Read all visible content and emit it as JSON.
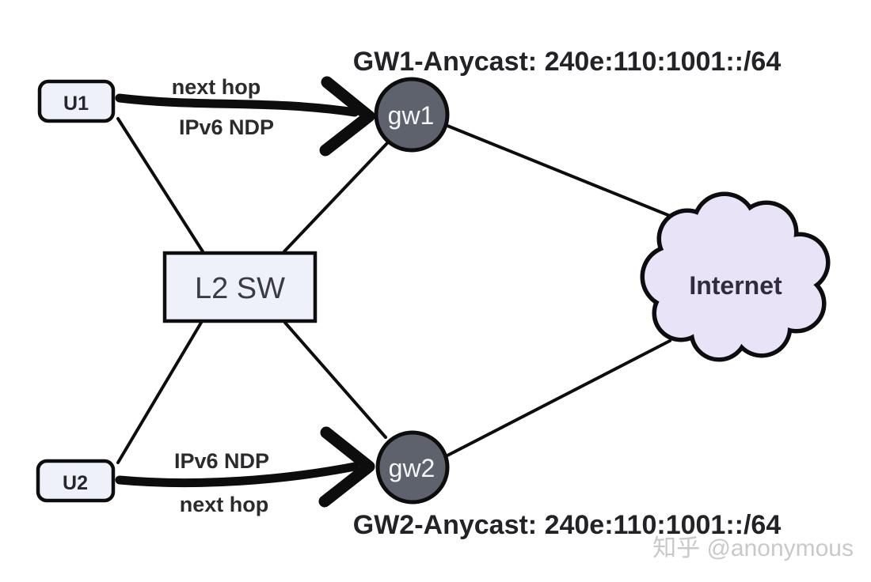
{
  "diagram": {
    "type": "network-topology",
    "titles": {
      "gw1_anycast": "GW1-Anycast: 240e:110:1001::/64",
      "gw2_anycast": "GW2-Anycast: 240e:110:1001::/64"
    },
    "nodes": {
      "u1": {
        "label": "U1",
        "shape": "rounded-rect"
      },
      "u2": {
        "label": "U2",
        "shape": "rounded-rect"
      },
      "l2sw": {
        "label": "L2 SW",
        "shape": "rect"
      },
      "gw1": {
        "label": "gw1",
        "shape": "circle"
      },
      "gw2": {
        "label": "gw2",
        "shape": "circle"
      },
      "internet": {
        "label": "Internet",
        "shape": "cloud"
      }
    },
    "edges": [
      {
        "from": "U1",
        "to": "gw1",
        "style": "thick-arrow",
        "label_above": "next hop",
        "label_below": "IPv6 NDP"
      },
      {
        "from": "U2",
        "to": "gw2",
        "style": "thick-arrow",
        "label_above": "IPv6 NDP",
        "label_below": "next hop"
      },
      {
        "from": "U1",
        "to": "L2 SW",
        "style": "line"
      },
      {
        "from": "gw1",
        "to": "L2 SW",
        "style": "line"
      },
      {
        "from": "L2 SW",
        "to": "U2",
        "style": "line"
      },
      {
        "from": "L2 SW",
        "to": "gw2",
        "style": "line"
      },
      {
        "from": "gw1",
        "to": "Internet",
        "style": "line"
      },
      {
        "from": "gw2",
        "to": "Internet",
        "style": "line"
      }
    ],
    "watermark": "知乎 @anonymous",
    "colors": {
      "background": "#ffffff",
      "line": "#0d0d0d",
      "host_fill": "#eef1fa",
      "switch_fill": "#eef1fa",
      "gateway_fill": "#5d626c",
      "gateway_text": "#f5f6f8",
      "cloud_fill": "#e9e3f8",
      "text_dark": "#26262b",
      "watermark_text": "#c9c9c9"
    }
  }
}
